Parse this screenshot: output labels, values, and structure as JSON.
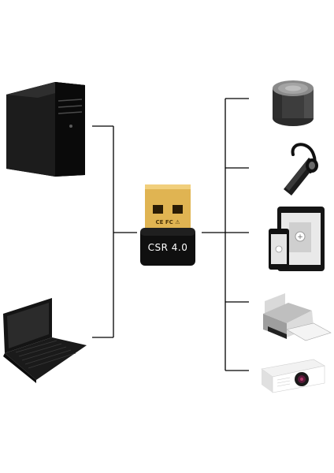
{
  "diagram": {
    "hub": {
      "name": "usb-bluetooth-dongle",
      "label": "CSR 4.0",
      "plug_marks": "CE FC ⚠"
    },
    "left_devices": [
      {
        "name": "desktop-tower-icon"
      },
      {
        "name": "laptop-icon"
      }
    ],
    "right_devices": [
      {
        "name": "bluetooth-speaker-icon"
      },
      {
        "name": "bluetooth-headset-icon"
      },
      {
        "name": "tablet-phone-icon"
      },
      {
        "name": "printer-icon"
      },
      {
        "name": "projector-icon"
      }
    ],
    "colors": {
      "line": "#000000",
      "gold": "#e0b452",
      "device_dark": "#1b1b1b"
    }
  }
}
